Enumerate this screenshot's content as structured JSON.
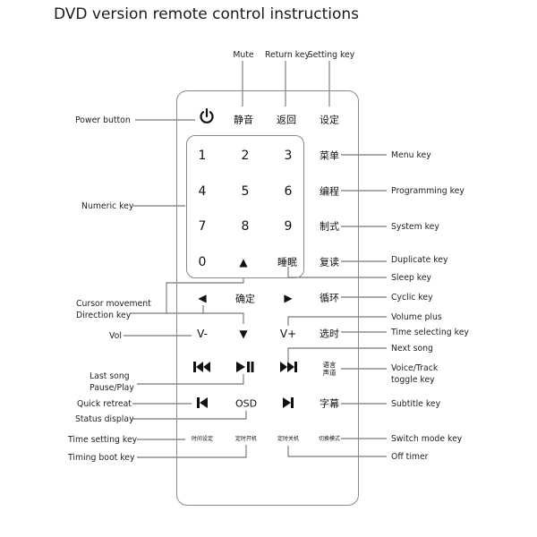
{
  "title": "DVD version remote control instructions",
  "labels": {
    "mute": "Mute",
    "return_key": "Return key",
    "setting_key": "Setting key",
    "power_button": "Power button",
    "numeric_key": "Numeric key",
    "menu_key": "Menu key",
    "programming_key": "Programming key",
    "system_key": "System key",
    "duplicate_key": "Duplicate key",
    "sleep_key": "Sleep key",
    "cyclic_key": "Cyclic key",
    "cursor_movement": "Cursor movement",
    "direction_key": "Direction key",
    "volume_plus": "Volume plus",
    "vol": "Vol",
    "time_selecting_key": "Time selecting key",
    "next_song": "Next song",
    "last_song": "Last song",
    "pause_play": "Pause/Play",
    "voice_track_1": "Voice/Track",
    "voice_track_2": "toggle key",
    "quick_retreat": "Quick retreat",
    "subtitle_key": "Subtitle key",
    "status_display": "Status display",
    "time_setting_key": "Time setting key",
    "switch_mode_key": "Switch mode key",
    "timing_boot_key": "Timing boot key",
    "off_timer": "Off timer"
  },
  "keys": {
    "power_symbol": "⏻",
    "mute": "静音",
    "return": "返回",
    "setting": "设定",
    "num1": "1",
    "num2": "2",
    "num3": "3",
    "num4": "4",
    "num5": "5",
    "num6": "6",
    "num7": "7",
    "num8": "8",
    "num9": "9",
    "num0": "0",
    "menu": "菜单",
    "program": "编程",
    "system": "制式",
    "duplicate": "复读",
    "sleep": "睡眠",
    "confirm": "确定",
    "cycle": "循环",
    "vol_minus": "V-",
    "vol_plus": "V+",
    "time_select": "选时",
    "voice_top": "语言",
    "voice_bottom": "声道",
    "osd": "OSD",
    "subtitle": "字幕",
    "time_setting": "时间设定",
    "timing_boot": "定时开机",
    "off_timer": "定时关机",
    "switch_mode": "切换模式"
  },
  "icons": {
    "up": "▲",
    "down": "▼",
    "left": "◀",
    "right": "▶"
  }
}
